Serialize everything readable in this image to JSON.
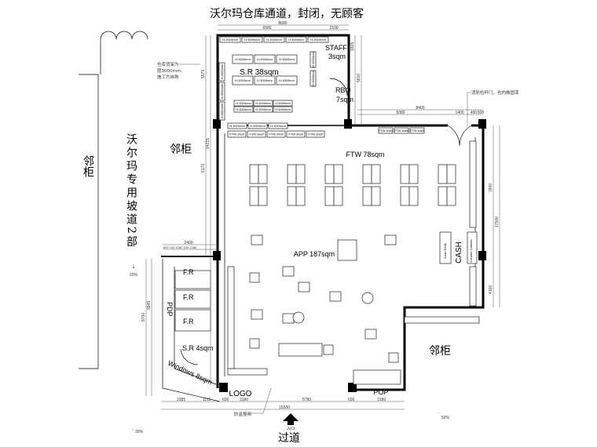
{
  "title": "沃尔玛仓库通道，封闭，无顾客",
  "neighbors": {
    "left": "邻柜",
    "left_inner": "邻柜",
    "right": "邻柜"
  },
  "ramp": {
    "label": "沃尔玛专用坡道2部",
    "slope_left": "20%",
    "slope_bottom_left": "30%",
    "slope_bottom_right": "50%"
  },
  "rooms": {
    "storeroom": "S.R 38sqm",
    "staff_1": "STAFF",
    "staff_2": "3sqm",
    "rbo_1": "RBO",
    "rbo_2": "7sqm",
    "ftw": "FTW 78sqm",
    "app": "APP 187sqm",
    "cash": "CASH",
    "fitting_room": "F.R",
    "pdp": "PDP",
    "small_storeroom": "S.R 4sqm",
    "windows": "Windows 8sqm",
    "logo": "LOGO",
    "pop": "POP"
  },
  "fixtures": {
    "shelf_height": "H:3000mm",
    "ftw_shelf": "FTW shelf",
    "cash_desk": "Cash Desk",
    "counter": "Counter Cabinet"
  },
  "notes": {
    "warehouse_1": "仓库货架为",
    "warehouse_2": "层3000mm,",
    "warehouse_3": "施工方自购",
    "fire_door": "消防拉杆门，也内做固漆",
    "anti_theft": "防盗报闸"
  },
  "entrance": {
    "label": "入口",
    "aisle": "过道"
  },
  "dimensions": {
    "top_total": "8680",
    "top_sr": "6580",
    "top_staff": "2100",
    "mid_total": "8400",
    "mid_a": "6080",
    "mid_door": "1400",
    "mid_b": "400",
    "mid_c": "600",
    "bottom_total": "15580",
    "b1": "2385",
    "b2": "1115",
    "b3": "600",
    "b4": "3180",
    "b5": "5780",
    "b6": "600",
    "b7": "3180",
    "annex_total": "2400",
    "annex_parts": "600  100   1280   100  1280",
    "left_v1": "5575",
    "left_v2": "14215",
    "left_v3": "5170",
    "left_v4": "8700",
    "left_v5": "6845",
    "right_v1": "7800",
    "right_v2": "17500",
    "right_v3": "4100",
    "right_v4": "1815",
    "right_v5": "5610"
  },
  "colors": {
    "wall": "#000000",
    "line": "#222222"
  }
}
